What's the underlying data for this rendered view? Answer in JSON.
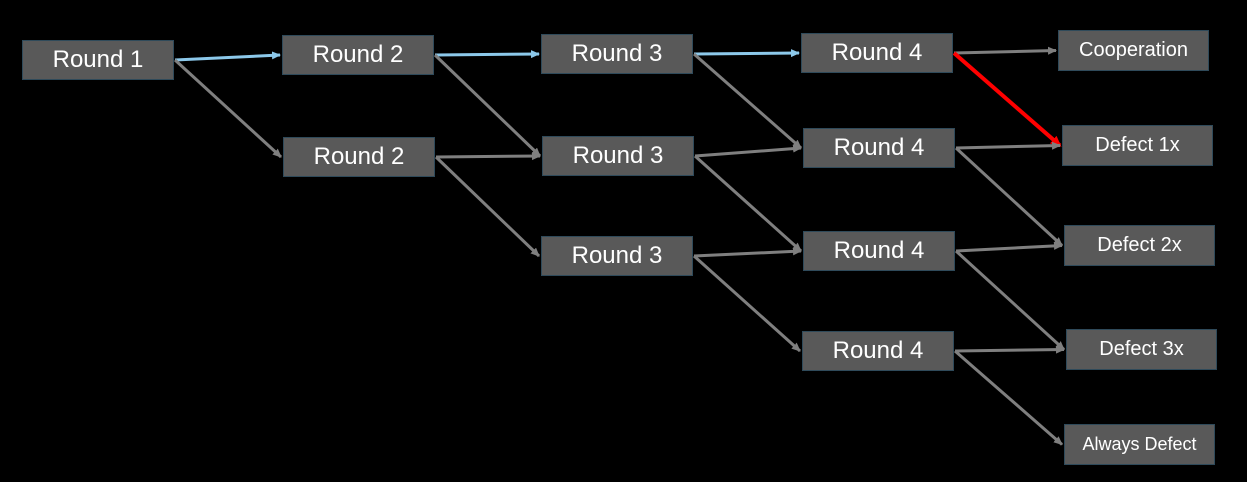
{
  "colors": {
    "background": "#000000",
    "node_fill": "#595959",
    "node_text": "#ffffff",
    "edge_default": "#7f7f7f",
    "edge_highlight": "#8cc8ea",
    "edge_defect": "#ff0000"
  },
  "nodes": {
    "r1": "Round 1",
    "r2a": "Round 2",
    "r2b": "Round 2",
    "r3a": "Round 3",
    "r3b": "Round 3",
    "r3c": "Round 3",
    "r4a": "Round 4",
    "r4b": "Round 4",
    "r4c": "Round 4",
    "r4d": "Round 4",
    "coop": "Cooperation",
    "d1": "Defect 1x",
    "d2": "Defect 2x",
    "d3": "Defect 3x",
    "always": "Always Defect"
  },
  "edges": [
    {
      "from": "r1",
      "to": "r2a",
      "style": "highlight"
    },
    {
      "from": "r1",
      "to": "r2b",
      "style": "default"
    },
    {
      "from": "r2a",
      "to": "r3a",
      "style": "highlight"
    },
    {
      "from": "r2a",
      "to": "r3b",
      "style": "default"
    },
    {
      "from": "r2b",
      "to": "r3b",
      "style": "default"
    },
    {
      "from": "r2b",
      "to": "r3c",
      "style": "default"
    },
    {
      "from": "r3a",
      "to": "r4a",
      "style": "highlight"
    },
    {
      "from": "r3a",
      "to": "r4b",
      "style": "default"
    },
    {
      "from": "r3b",
      "to": "r4b",
      "style": "default"
    },
    {
      "from": "r3b",
      "to": "r4c",
      "style": "default"
    },
    {
      "from": "r3c",
      "to": "r4c",
      "style": "default"
    },
    {
      "from": "r3c",
      "to": "r4d",
      "style": "default"
    },
    {
      "from": "r4a",
      "to": "coop",
      "style": "default"
    },
    {
      "from": "r4a",
      "to": "d1",
      "style": "defect"
    },
    {
      "from": "r4b",
      "to": "d1",
      "style": "default"
    },
    {
      "from": "r4b",
      "to": "d2",
      "style": "default"
    },
    {
      "from": "r4c",
      "to": "d2",
      "style": "default"
    },
    {
      "from": "r4c",
      "to": "d3",
      "style": "default"
    },
    {
      "from": "r4d",
      "to": "d3",
      "style": "default"
    },
    {
      "from": "r4d",
      "to": "always",
      "style": "default"
    }
  ]
}
